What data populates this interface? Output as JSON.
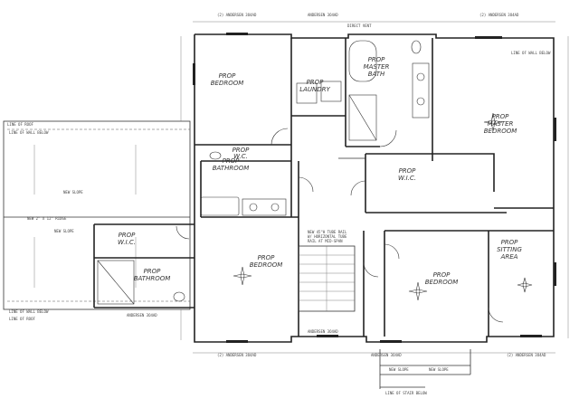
{
  "rooms": {
    "bed_tl": [
      "PROP",
      "BEDROOM"
    ],
    "laundry": [
      "PROP",
      "LAUNDRY"
    ],
    "mbath": [
      "PROP",
      "MASTER",
      "BATH"
    ],
    "mbed": [
      "PROP",
      "MASTER",
      "BEDROOM"
    ],
    "wc_left": [
      "PROP",
      "W.C."
    ],
    "bath_mid": [
      "PROP",
      "BATHROOM"
    ],
    "wic_right": [
      "PROP",
      "W.I.C."
    ],
    "wic_left": [
      "PROP",
      "W.I.C."
    ],
    "bath_left": [
      "PROP",
      "BATHROOM"
    ],
    "bed_mid": [
      "PROP",
      "BEDROOM"
    ],
    "bed_rb": [
      "PROP",
      "BEDROOM"
    ],
    "sitting": [
      "PROP",
      "SITTING",
      "AREA"
    ]
  },
  "notes": {
    "line_of_roof_top": "LINE OF ROOF",
    "line_of_wall_top": "LINE OF WALL BELOW",
    "line_of_wall_right": "LINE OF WALL BELOW",
    "new_ridge": "NEW 2\" X 12\" RIDGE",
    "new_slope_1": "NEW SLOPE",
    "new_slope_2": "NEW SLOPE",
    "line_of_wall_bottom": "LINE OF WALL BELOW",
    "line_of_roof_bottom": "LINE OF ROOF",
    "direct_vent": "DIRECT VENT",
    "tube_rail": "NEW 45\"H TUBE RAIL",
    "tube_rail_2": "W/ HORIZONTAL TUBE",
    "tube_rail_3": "RAIL AT MID-SPAN",
    "new_slope_bottom_1": "NEW SLOPE",
    "new_slope_bottom_2": "NEW SLOPE",
    "line_of_stair": "LINE OF STAIR BELOW",
    "andersen_1": "(2) ANDERSEN 3O4AD",
    "andersen_2": "ANDERSEN 3O4AD",
    "andersen_3": "(2) ANDERSEN 3O4AD",
    "andersen_4": "(2) ANDERSEN 3O4AD",
    "andersen_5": "ANDERSEN 3O4AD",
    "andersen_6": "ANDERSEN 3O4AD",
    "andersen_7": "ANDERSEN 3O4AD",
    "andersen_8": "(2) ANDERSEN 3O4AD"
  }
}
